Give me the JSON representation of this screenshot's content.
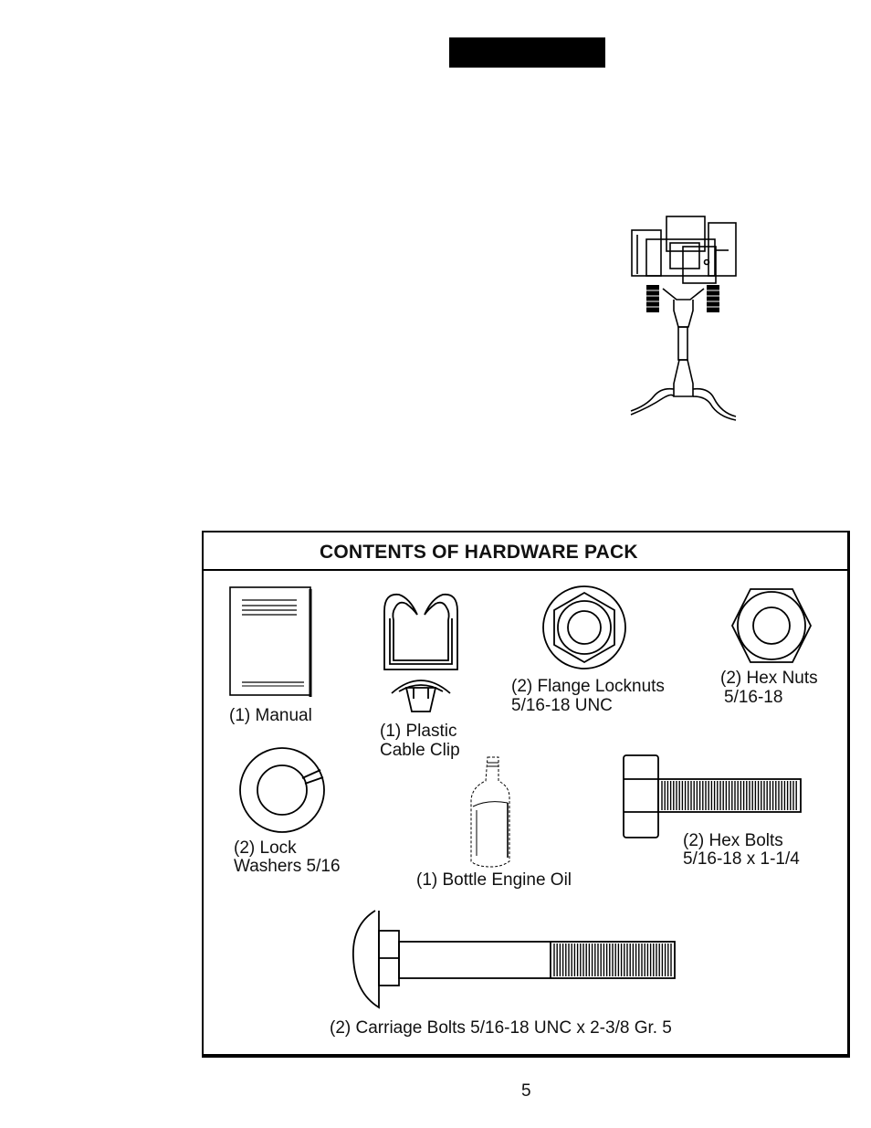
{
  "header": {
    "bar_color": "#000000"
  },
  "hardware_pack": {
    "title": "CONTENTS OF HARDWARE PACK",
    "items": [
      {
        "icon": "manual-icon",
        "qty_name": "(1) Manual"
      },
      {
        "icon": "cable-clip-icon",
        "line1": "(1) Plastic",
        "line2": "Cable Clip"
      },
      {
        "icon": "flange-locknut-icon",
        "line1": "(2) Flange Locknuts",
        "line2": "5/16-18 UNC"
      },
      {
        "icon": "hex-nut-icon",
        "line1": "(2) Hex Nuts",
        "line2": "5/16-18"
      },
      {
        "icon": "lock-washer-icon",
        "line1": "(2) Lock",
        "line2": "Washers  5/16"
      },
      {
        "icon": "oil-bottle-icon",
        "qty_name": "(1) Bottle Engine Oil"
      },
      {
        "icon": "hex-bolt-icon",
        "line1": "(2) Hex Bolts",
        "line2": "5/16-18 x 1-1/4"
      },
      {
        "icon": "carriage-bolt-icon",
        "qty_name": "(2) Carriage Bolts  5/16-18 UNC x 2-3/8 Gr. 5"
      }
    ]
  },
  "footer": {
    "page_number": "5"
  }
}
